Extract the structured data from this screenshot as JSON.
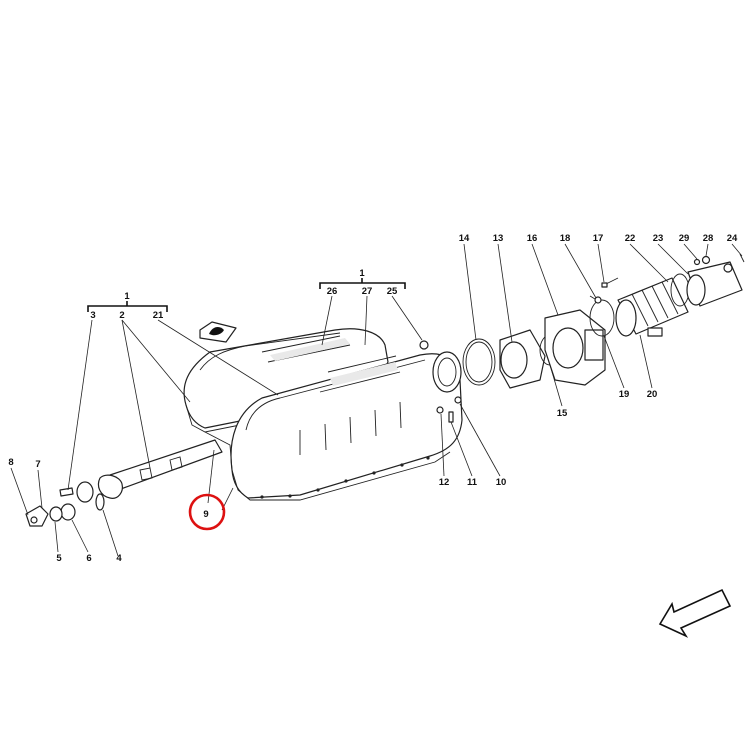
{
  "labels": {
    "l1_left": "1",
    "l1_right": "1",
    "l2": "2",
    "l3": "3",
    "l4": "4",
    "l5": "5",
    "l6": "6",
    "l7": "7",
    "l8": "8",
    "l9": "9",
    "l10": "10",
    "l11": "11",
    "l12": "12",
    "l13": "13",
    "l14": "14",
    "l15": "15",
    "l16": "16",
    "l17": "17",
    "l18": "18",
    "l19": "19",
    "l20": "20",
    "l21": "21",
    "l22": "22",
    "l23": "23",
    "l24": "24",
    "l25": "25",
    "l26": "26",
    "l27": "27",
    "l28": "28",
    "l29": "29"
  },
  "highlight": {
    "part": "9",
    "color": "#dd1111"
  },
  "icons": {
    "direction_arrow": "arrow-down-left-icon",
    "logo": "prancing-horse-badge-icon"
  }
}
